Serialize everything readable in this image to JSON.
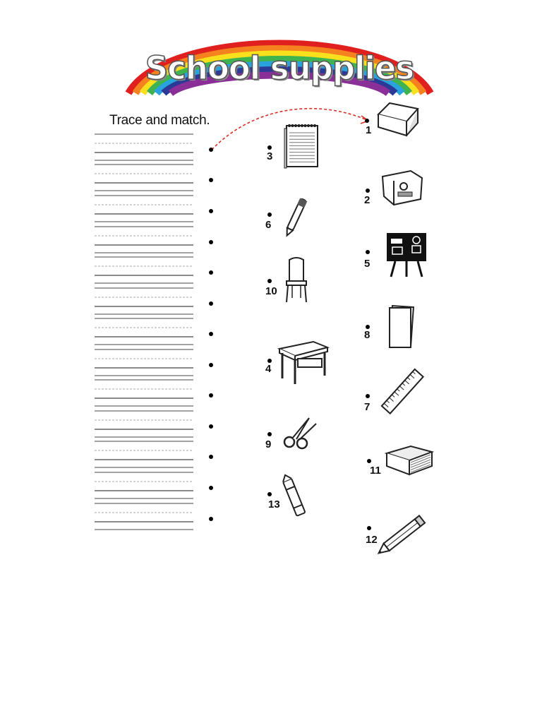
{
  "header": {
    "title": "School supplies"
  },
  "instruction": "Trace and match.",
  "words": [
    {
      "num": "1",
      "text": "eraser"
    },
    {
      "num": "2",
      "text": "sharpener"
    },
    {
      "num": "3",
      "text": "notebook"
    },
    {
      "num": "4",
      "text": "desk"
    },
    {
      "num": "5",
      "text": "blackboard"
    },
    {
      "num": "6",
      "text": "pen"
    },
    {
      "num": "7",
      "text": "ruler"
    },
    {
      "num": "8",
      "text": "paper"
    },
    {
      "num": "9",
      "text": "scissors"
    },
    {
      "num": "10",
      "text": "chair"
    },
    {
      "num": "11",
      "text": "book"
    },
    {
      "num": "12",
      "text": "pencil"
    },
    {
      "num": "13",
      "text": "crayon"
    }
  ],
  "middle_pictures": [
    {
      "num": "3",
      "icon": "notebook-icon"
    },
    {
      "num": "6",
      "icon": "pen-icon"
    },
    {
      "num": "10",
      "icon": "chair-icon"
    },
    {
      "num": "4",
      "icon": "desk-icon"
    },
    {
      "num": "9",
      "icon": "scissors-icon"
    },
    {
      "num": "13",
      "icon": "crayon-icon"
    }
  ],
  "right_pictures": [
    {
      "num": "1",
      "icon": "eraser-icon"
    },
    {
      "num": "2",
      "icon": "sharpener-icon"
    },
    {
      "num": "5",
      "icon": "blackboard-icon"
    },
    {
      "num": "8",
      "icon": "paper-icon"
    },
    {
      "num": "7",
      "icon": "ruler-icon"
    },
    {
      "num": "11",
      "icon": "book-icon"
    },
    {
      "num": "12",
      "icon": "pencil-icon"
    }
  ],
  "colors": {
    "arrow": "#d93025",
    "trace": "#9a9a9a"
  }
}
